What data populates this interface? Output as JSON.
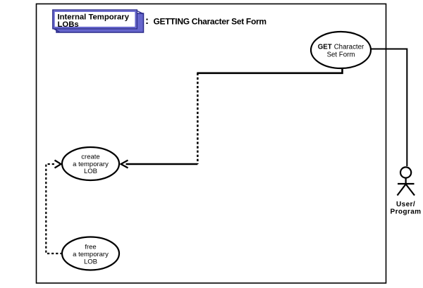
{
  "header": {
    "badge": {
      "line1": "Internal Temporary",
      "line2": "LOBs"
    },
    "separator": ":",
    "title": "GETTING Character Set Form"
  },
  "usecases": {
    "get": {
      "keyword": "GET",
      "rest": "Character",
      "line2": "Set Form"
    },
    "create": {
      "lines": [
        "create",
        "a temporary",
        "LOB"
      ]
    },
    "free": {
      "lines": [
        "free",
        "a temporary",
        "LOB"
      ]
    }
  },
  "actor": {
    "line1": "User/",
    "line2": "Program"
  },
  "colors": {
    "badge_side": "#6666cc",
    "badge_face": "#ffffff",
    "badge_outline": "#2b2b8a",
    "badge_text": "#2b2b8a",
    "line": "#000000",
    "background": "#ffffff"
  }
}
